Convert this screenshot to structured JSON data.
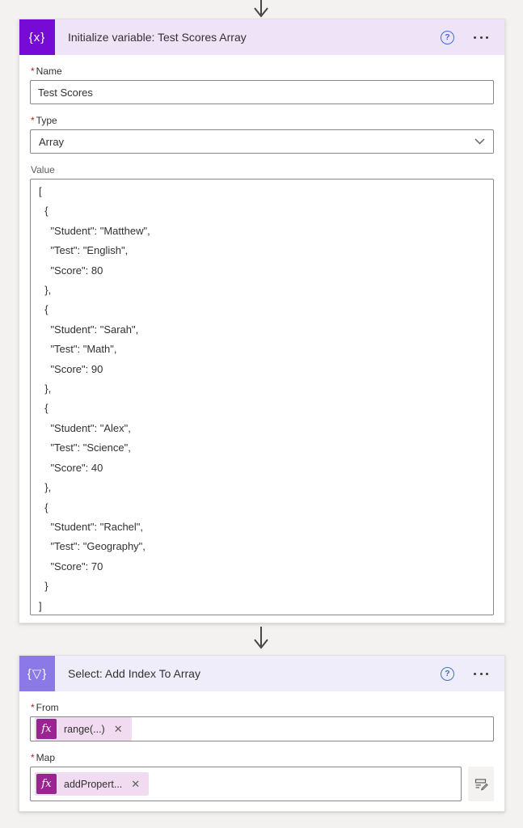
{
  "common": {
    "required_marker": "*",
    "help_glyph": "?",
    "fx_label": "fx",
    "remove_glyph": "✕"
  },
  "colors": {
    "page_bg": "#F3F2F1",
    "card1_icon_bg": "#770BD6",
    "card1_header_bg": "#EFE3F8",
    "card2_icon_bg": "#8A79E6",
    "card2_header_bg": "#F0EDFB",
    "expression_badge": "#9B2493",
    "expression_pill_bg": "#F0DBF0",
    "required_red": "#A4262C",
    "help_blue": "#3E6FD7",
    "input_border": "#8A8886",
    "arrow_gray": "#484644"
  },
  "card1": {
    "title": "Initialize variable: Test Scores Array",
    "icon_glyph": "{x}",
    "fields": {
      "name": {
        "label": "Name",
        "required": true,
        "value": "Test Scores"
      },
      "type": {
        "label": "Type",
        "required": true,
        "value": "Array"
      },
      "value": {
        "label": "Value",
        "required": false,
        "text": "[\n  {\n    \"Student\": \"Matthew\",\n    \"Test\": \"English\",\n    \"Score\": 80\n  },\n  {\n    \"Student\": \"Sarah\",\n    \"Test\": \"Math\",\n    \"Score\": 90\n  },\n  {\n    \"Student\": \"Alex\",\n    \"Test\": \"Science\",\n    \"Score\": 40\n  },\n  {\n    \"Student\": \"Rachel\",\n    \"Test\": \"Geography\",\n    \"Score\": 70\n  }\n]"
      }
    }
  },
  "card2": {
    "title": "Select: Add Index To Array",
    "icon_glyph": "{▽}",
    "fields": {
      "from": {
        "label": "From",
        "required": true,
        "token": "range(...)"
      },
      "map": {
        "label": "Map",
        "required": true,
        "token": "addPropert..."
      }
    }
  }
}
